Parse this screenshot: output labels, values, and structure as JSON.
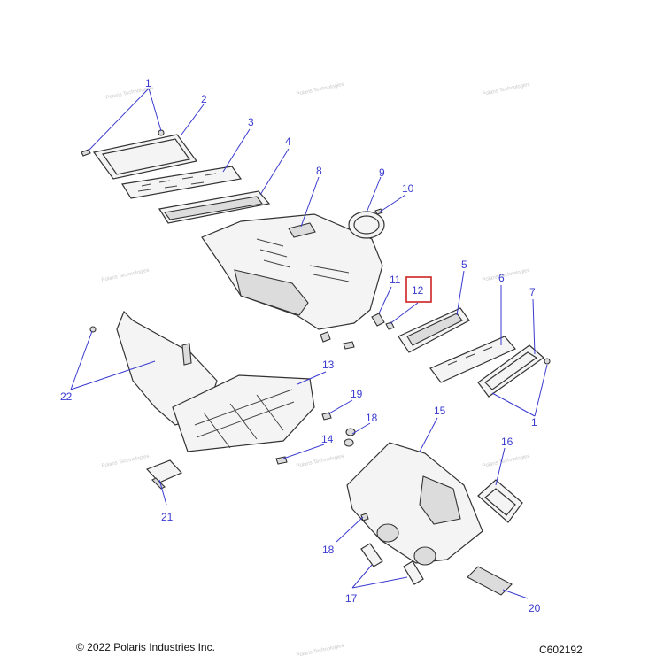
{
  "watermark": "Polaris Technologies",
  "footer": {
    "copyright": "© 2022 Polaris Industries Inc.",
    "figure_code": "C602192"
  },
  "callouts": {
    "c1a": "1",
    "c1b": "1",
    "c2": "2",
    "c3": "3",
    "c4": "4",
    "c5": "5",
    "c6": "6",
    "c7": "7",
    "c8": "8",
    "c9": "9",
    "c10": "10",
    "c11": "11",
    "c12": "12",
    "c13": "13",
    "c14": "14",
    "c15": "15",
    "c16": "16",
    "c17": "17",
    "c18a": "18",
    "c18b": "18",
    "c19": "19",
    "c20": "20",
    "c21": "21",
    "c22": "22"
  },
  "colors": {
    "callout": "#3a3ad0",
    "highlight": "#cc2222",
    "linework": "#333333"
  }
}
